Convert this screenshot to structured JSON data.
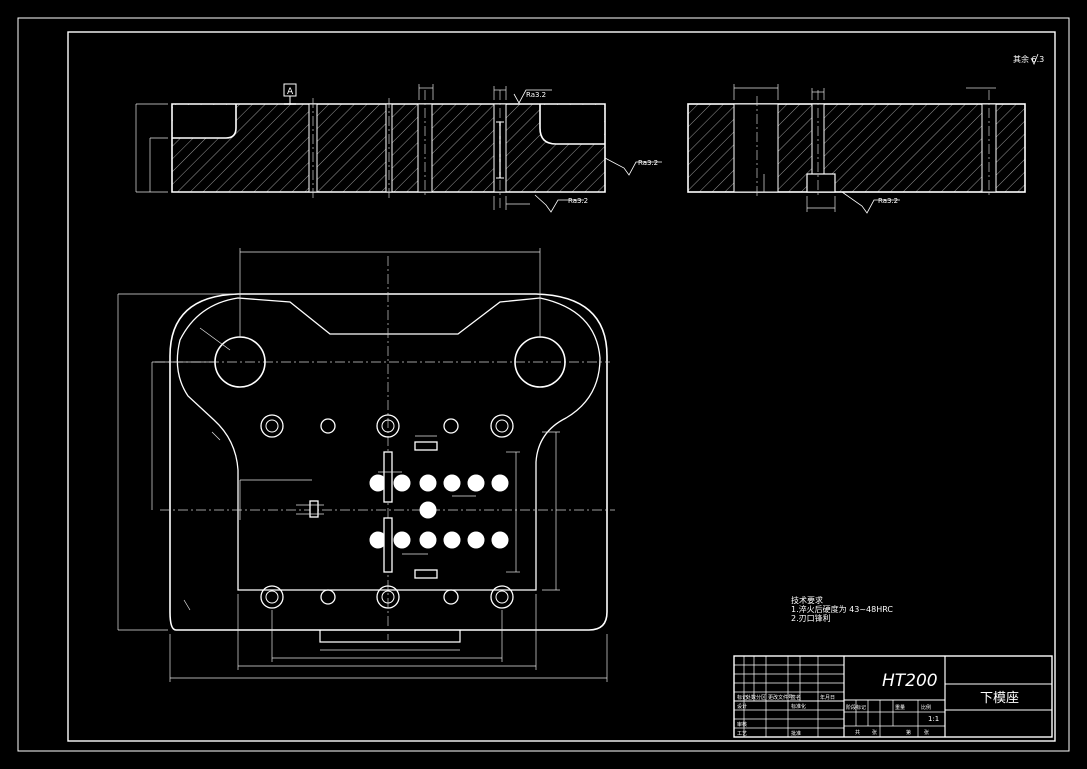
{
  "drawing": {
    "roughness_corner": "其余 6.3",
    "datum_label": "A",
    "roughness_marks": [
      "Ra3.2",
      "Ra3.2",
      "Ra3.2",
      "Ra3.2"
    ],
    "technical_requirements": {
      "title": "技术要求",
      "lines": [
        "1.淬火后硬度为 43~48HRC",
        "2.刃口锋利"
      ]
    },
    "title_block": {
      "material": "HT200",
      "part_name": "下模座",
      "scale": "1:1",
      "cells": [
        "标记",
        "处数",
        "分区",
        "更改文件号",
        "签名",
        "年月日",
        "设计",
        "标准化",
        "阶段标记",
        "重量",
        "比例",
        "审核",
        "工艺",
        "批准",
        "共",
        "张",
        "第",
        "张"
      ]
    }
  }
}
